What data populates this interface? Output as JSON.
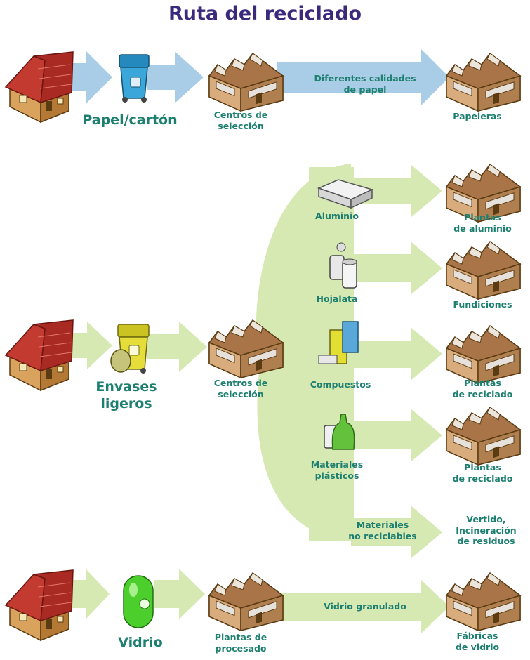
{
  "title": "Ruta del reciclado",
  "colors": {
    "blue_arrow": "#a9cde6",
    "green_arrow": "#d7e9b3",
    "label": "#1c7f6f",
    "title": "#3b2a7c",
    "paper_bin": "#3aa6d9",
    "packaging_bin": "#e4dd3a",
    "glass_bin": "#4ccf2c"
  },
  "rows": {
    "paper": {
      "bin_label": "Papel/cartón",
      "center_label": "Centros de\nselección",
      "arrow_label": "Diferentes calidades\nde papel",
      "dest_label": "Papeleras"
    },
    "packaging": {
      "bin_label": "Envases\nligeros",
      "center_label": "Centros de\nselección",
      "branches": [
        {
          "label": "Aluminio",
          "dest": "Plantas\nde aluminio",
          "icon": "aluminium-bale-icon"
        },
        {
          "label": "Hojalata",
          "dest": "Fundiciones",
          "icon": "tin-cans-icon"
        },
        {
          "label": "Compuestos",
          "dest": "Plantas\nde reciclado",
          "icon": "cartons-icon"
        },
        {
          "label": "Materiales\nplásticos",
          "dest": "Plantas\nde reciclado",
          "icon": "plastic-bottles-icon"
        },
        {
          "label": "Materiales\nno reciclables",
          "dest": "Vertido,\nIncineración\nde residuos",
          "icon": ""
        }
      ]
    },
    "glass": {
      "bin_label": "Vidrio",
      "center_label": "Plantas de\nprocesado",
      "arrow_label": "Vidrio granulado",
      "dest_label": "Fábricas\nde vidrio"
    }
  }
}
